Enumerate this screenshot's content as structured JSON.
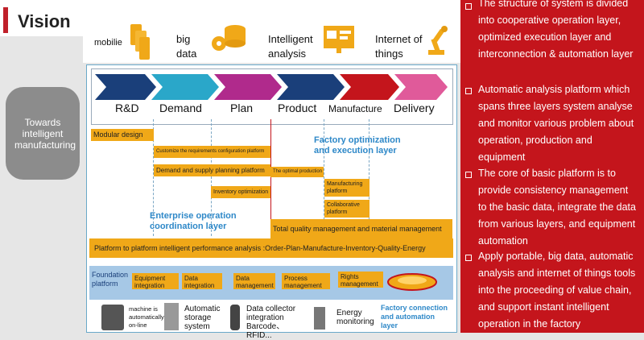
{
  "header": {
    "title": "Vision"
  },
  "side_label": "Towards intelligent manufacturing",
  "top_icons": [
    {
      "label": "mobilie",
      "icon": "mobile-devices-icon"
    },
    {
      "label": "big data",
      "icon": "gears-database-icon"
    },
    {
      "label": "Intelligent analysis",
      "icon": "analytics-board-icon"
    },
    {
      "label": "Internet of things",
      "icon": "robot-arm-icon"
    }
  ],
  "stages": [
    "R&D",
    "Demand",
    "Plan",
    "Product",
    "Manufacture",
    "Delivery"
  ],
  "bars": {
    "modular": "Modular design",
    "customize": "Customize the requirements configuration platform",
    "supply": "Demand and supply planning platform",
    "inventory": "Inventory optimization",
    "optimal": "The optimal production",
    "mfg": "Manufacturing platform",
    "collab": "Collaborative platform",
    "quality": "Total quality management and material management",
    "platform": "Platform to platform intelligent performance analysis :Order-Plan-Manufacture-Inventory-Quality-Energy"
  },
  "labels": {
    "factory": "Factory optimization and execution layer",
    "enterprise": "Enterprise operation coordination layer",
    "foundation": "Foundation platform",
    "factory_conn": "Factory connection and automation layer"
  },
  "foundation_items": [
    "Equipment integration",
    "Data integration",
    "Data management",
    "Process management",
    "Rights management"
  ],
  "bottom_items": [
    {
      "label": "machine is automatically on-line",
      "icon": "machine-icon"
    },
    {
      "label": "Automatic storage system",
      "icon": "storage-icon"
    },
    {
      "label": "Data collector integration Barcode、RFID...",
      "icon": "scanner-icon"
    },
    {
      "label": "Energy monitoring",
      "icon": "energy-meter-icon"
    }
  ],
  "right_bullets": [
    "The structure of system is divided into cooperative operation layer, optimized execution  layer and interconnection & automation layer",
    "Automatic  analysis platform which spans three layers system analyse and monitor various problem about operation, production and equipment",
    "The core of  basic platform is to provide consistency management to the basic data, integrate the data from  various layers, and equipment automation",
    "Apply portable, big data, automatic analysis and internet of things tools into the proceeding of value chain, and support instant intelligent operation in the factory"
  ],
  "colors": {
    "accent_red": "#c4151c",
    "orange": "#f0a818",
    "chevron_blue": "#1a3f7a",
    "chevron_cyan": "#2aa7c9",
    "chevron_magenta": "#b02a8c",
    "chevron_red": "#c4151c"
  }
}
